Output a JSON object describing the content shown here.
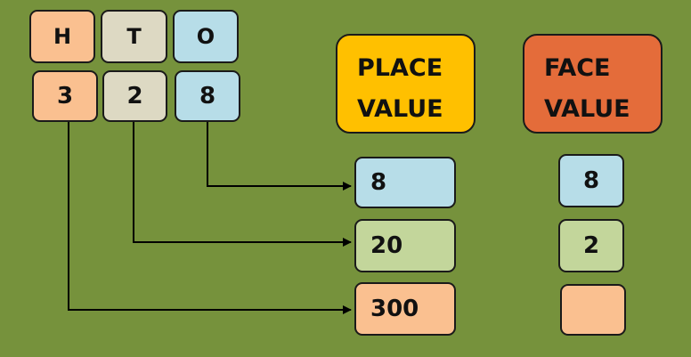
{
  "headers": {
    "h": "H",
    "t": "T",
    "o": "O"
  },
  "digits": {
    "hundreds": "3",
    "tens": "2",
    "ones": "8"
  },
  "place_value": {
    "title": "PLACE\nVALUE",
    "ones": "8",
    "tens": "20",
    "hundreds": "300"
  },
  "face_value": {
    "title": "FACE\nVALUE",
    "ones": "8",
    "tens": "2",
    "hundreds": ""
  },
  "colors": {
    "background": "#76923c",
    "hundreds": "#fac090",
    "tens_header": "#ddd9c3",
    "tens_value": "#c3d69b",
    "ones": "#b7dde8",
    "place_value_title": "#ffc000",
    "face_value_title": "#e46c3a"
  }
}
